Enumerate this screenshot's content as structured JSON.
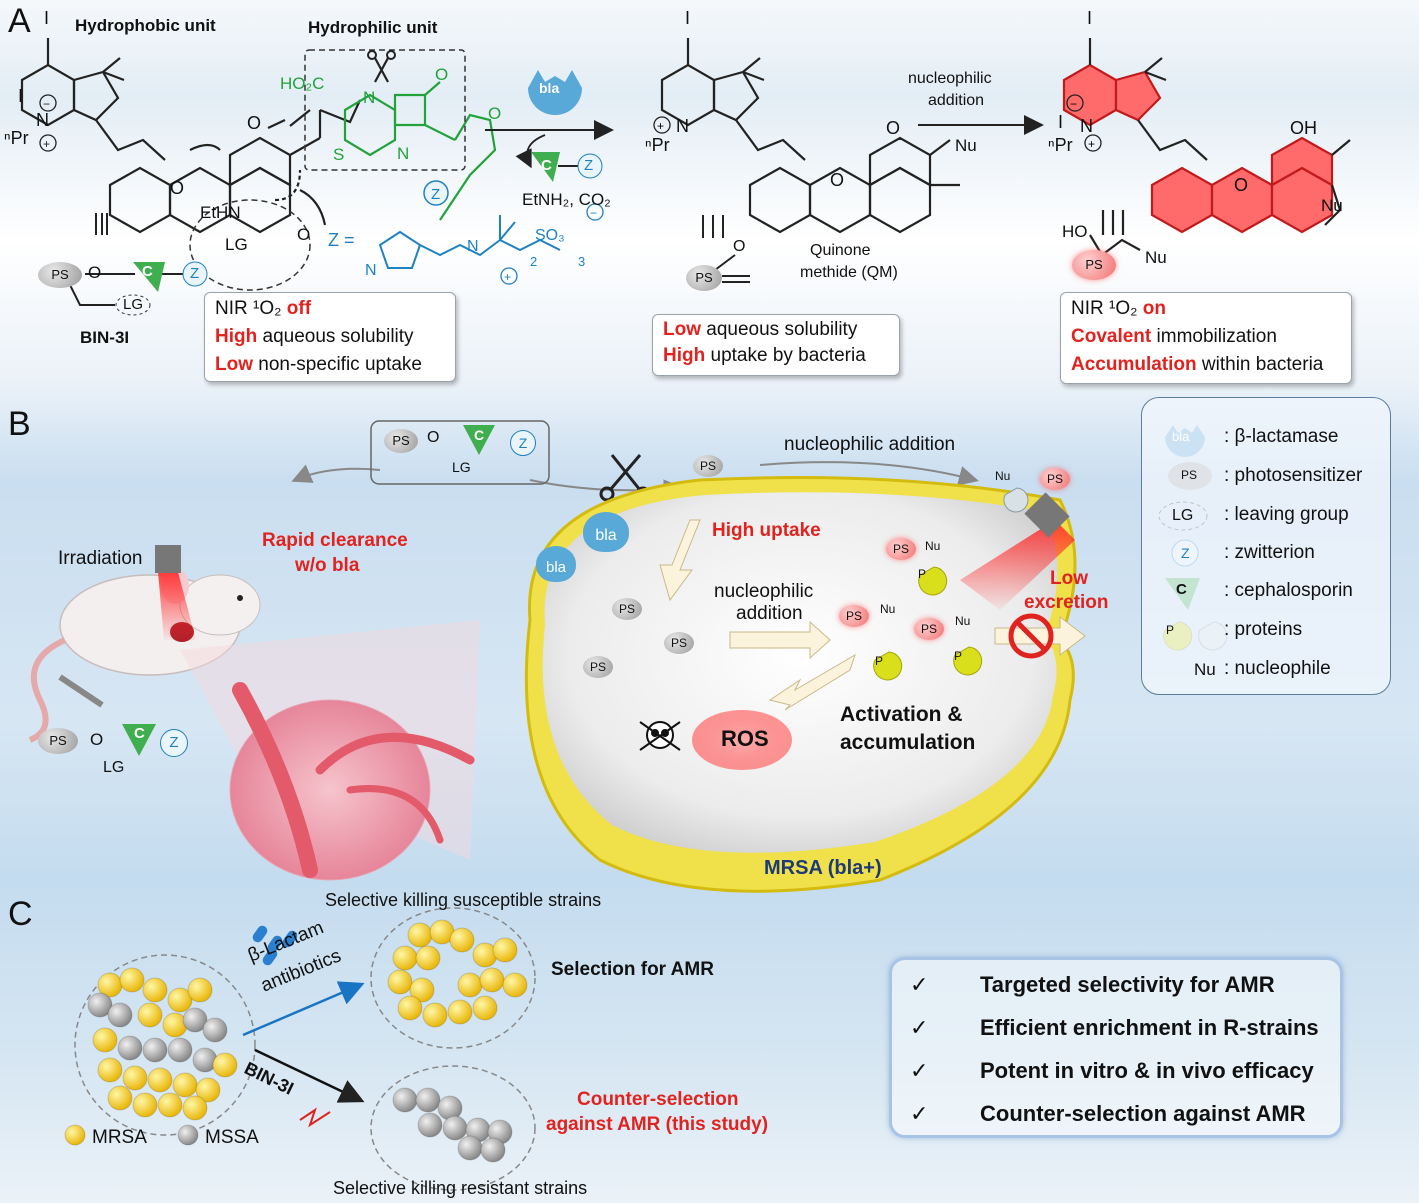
{
  "panels": {
    "a": "A",
    "b": "B",
    "c": "C"
  },
  "panel_a": {
    "hydrophobic": "Hydrophobic unit",
    "hydrophilic": "Hydrophilic unit",
    "iodine": "I",
    "npr": "ⁿPr",
    "counter_ion": "I",
    "co2h": "HO₂C",
    "ethn": "EtHN",
    "lg": "LG",
    "z_eq": "Z =",
    "so3": "SO₃",
    "sub2": "2",
    "sub3": "3",
    "o": "O",
    "n": "N",
    "s": "S",
    "z": "Z",
    "c": "C",
    "ps": "PS",
    "bla": "bla",
    "compound": "BIN-3I",
    "box1": {
      "l1a": "NIR ¹O₂ ",
      "l1b": "off",
      "l2a": "High",
      "l2b": " aqueous solubility",
      "l3a": "Low",
      "l3b": " non-specific uptake"
    },
    "byproduct": "EtNH₂, CO₂",
    "qm_label1": "Quinone",
    "qm_label2": "methide (QM)",
    "box2": {
      "l1a": "Low",
      "l1b": " aqueous solubility",
      "l2a": "High",
      "l2b": " uptake by bacteria"
    },
    "nuc1": "nucleophilic",
    "nuc2": "addition",
    "nu": "Nu",
    "oh": "OH",
    "ho": "HO",
    "box3": {
      "l1a": "NIR ¹O₂ ",
      "l1b": "on",
      "l2a": "Covalent",
      "l2b": " immobilization",
      "l3a": "Accumulation",
      "l3b": " within bacteria"
    }
  },
  "panel_b": {
    "nuc_add": "nucleophilic addition",
    "rapid1": "Rapid clearance",
    "rapid2": "w/o bla",
    "irradiation": "Irradiation",
    "high_uptake": "High uptake",
    "nuc1": "nucleophilic",
    "nuc2": "addition",
    "low1": "Low",
    "low2": "excretion",
    "ros": "ROS",
    "act1": "Activation &",
    "act2": "accumulation",
    "mrsa": "MRSA (bla+)",
    "selective_susceptible": "Selective killing susceptible strains",
    "p": "P",
    "nu": "Nu"
  },
  "legend": [
    {
      "sym": "bla",
      "text": ": β-lactamase"
    },
    {
      "sym": "PS",
      "text": ": photosensitizer"
    },
    {
      "sym": "LG",
      "text": ": leaving group"
    },
    {
      "sym": "Z",
      "text": ": zwitterion"
    },
    {
      "sym": "C",
      "text": ": cephalosporin"
    },
    {
      "sym": "P",
      "text": ": proteins"
    },
    {
      "sym": "Nu",
      "text": ": nucleophile"
    }
  ],
  "panel_c": {
    "beta1": "β-Lactam",
    "beta2": "antibiotics",
    "bin": "BIN-3I",
    "selection": "Selection for AMR",
    "counter1": "Counter-selection",
    "counter2": "against AMR (this study)",
    "mrsa": "MRSA",
    "mssa": "MSSA",
    "selective_resistant": "Selective killing resistant strains",
    "advantages": [
      "Targeted selectivity for AMR",
      "Efficient enrichment in R-strains",
      "Potent in vitro & in vivo efficacy",
      "Counter-selection against AMR"
    ],
    "check": "✓"
  },
  "colors": {
    "red": "#e0231f",
    "blue": "#1f82c0",
    "green": "#22a23a",
    "yellow": "#f2d91d",
    "bla": "#58a8d8"
  }
}
